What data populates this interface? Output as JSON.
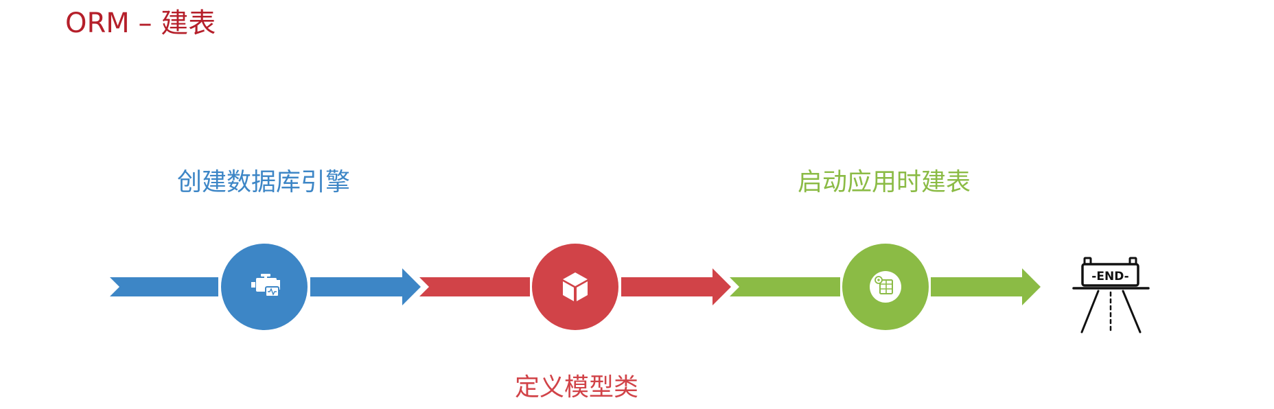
{
  "page": {
    "title": "ORM – 建表"
  },
  "steps": [
    {
      "label": "创建数据库引擎",
      "icon": "engine-icon",
      "color": "#3d86c6"
    },
    {
      "label": "定义模型类",
      "icon": "cube-icon",
      "color": "#d14348"
    },
    {
      "label": "启动应用时建表",
      "icon": "table-icon",
      "color": "#8bbb45"
    }
  ],
  "end": {
    "sign_text": "-END-",
    "icon": "road-end-sign-icon"
  }
}
